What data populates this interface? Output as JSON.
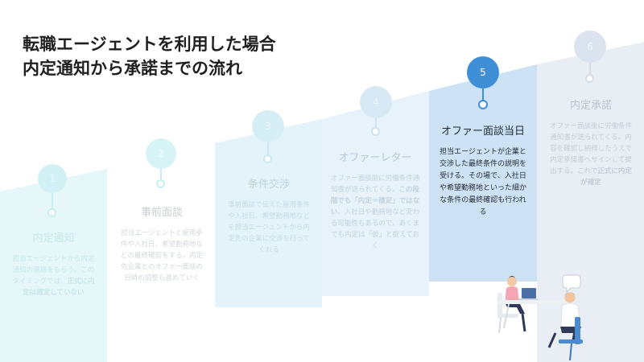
{
  "title": {
    "line1": "転職エージェントを利用した場合",
    "line2": "内定通知から承諾までの流れ"
  },
  "steps": [
    {
      "number": "1",
      "title": "内定通知",
      "description": "担当エージェントから内定通知の連絡をもらう。このタイミングでは、",
      "emphasis": "正式に内定は確定していない"
    },
    {
      "number": "2",
      "title": "事前面談",
      "description": "担当エージェントと雇用条件や入社日、希望勤務地などの最終確認をする。内定先企業とのオファー面談の日時の調整も進めていく"
    },
    {
      "number": "3",
      "title": "条件交渉",
      "description": "事前面談で伝えた雇用条件や入社日、希望勤務地などを担当エージェントから内定先の企業に交渉を行ってくれる"
    },
    {
      "number": "4",
      "title": "オファーレター",
      "description_a": "オファー面談前に労働条件通知書が送られてくる。",
      "emphasis": "この段階でも「内定＝確定」ではない",
      "description_b": "。入社日や勤務地など変わる可能性もあるので、あくまでも内定は「仮」と捉えておく"
    },
    {
      "number": "5",
      "title": "オファー面談当日",
      "description": "担当エージェントが企業と交渉した最終条件の説明を受ける。その場で、入社日や希望勤務地といった細かな条件の最終確認も行われる"
    },
    {
      "number": "6",
      "title": "内定承諾",
      "description_a": "オファー面談後に労働条件通知書が送られてくる。内容を確認し納得したうえで内定承諾書へサインして提出する。これで",
      "emphasis": "正式に内定が確定"
    }
  ],
  "colors": {
    "active_blue": "#3f8fd6",
    "active_band": "#cde3f5",
    "muted_band": "#e9eef4",
    "cyan_band": "#dcf4f6"
  }
}
